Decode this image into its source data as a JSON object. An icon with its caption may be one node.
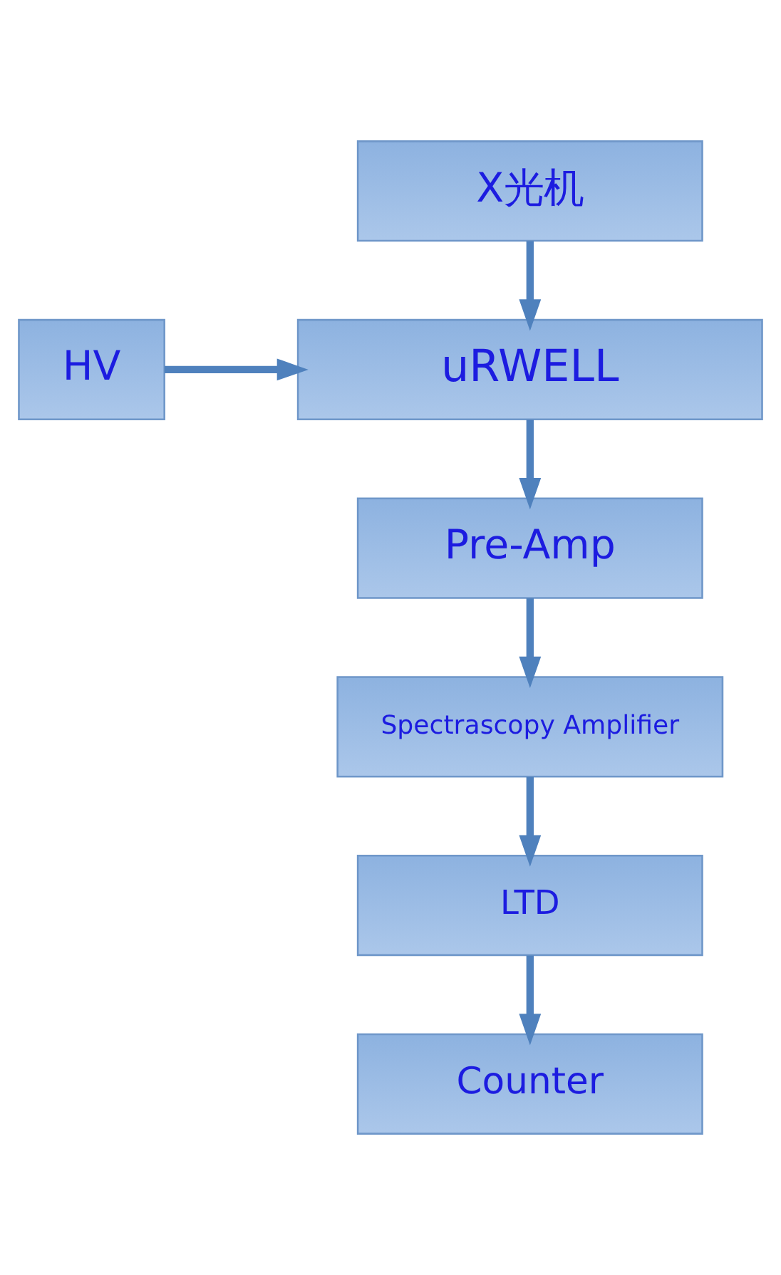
{
  "diagram": {
    "nodes": [
      {
        "text": [
          "X光机"
        ]
      },
      {
        "text": [
          "HV"
        ]
      },
      {
        "text": [
          "uRWELL"
        ]
      },
      {
        "text": [
          "Pre-Amp"
        ]
      },
      {
        "text": [
          "Spectrascopy Amplifier"
        ]
      },
      {
        "text": [
          "LTD"
        ]
      },
      {
        "text": [
          "Counter"
        ]
      }
    ],
    "edges": [
      {
        "from": 0,
        "to": 2,
        "arrow": "to"
      },
      {
        "from": 1,
        "to": 2,
        "arrow": "to"
      },
      {
        "from": 2,
        "to": 3,
        "arrow": "to"
      },
      {
        "from": 3,
        "to": 4,
        "arrow": "to"
      },
      {
        "from": 4,
        "to": 5,
        "arrow": "to"
      },
      {
        "from": 5,
        "to": 6,
        "arrow": "to"
      }
    ]
  }
}
